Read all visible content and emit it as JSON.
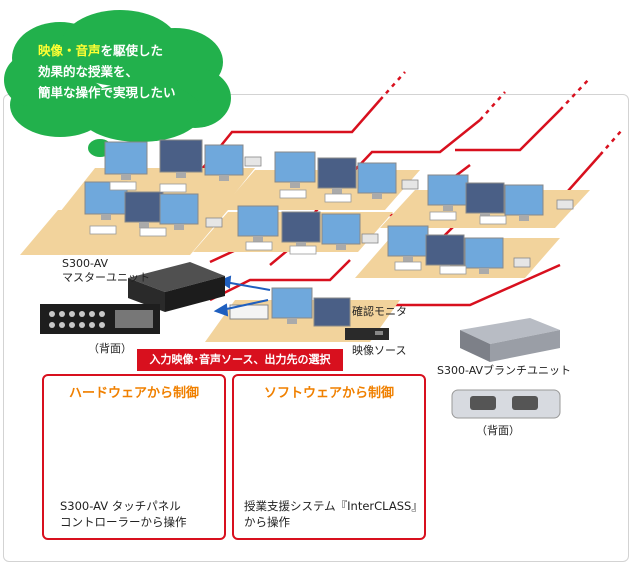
{
  "bubble": {
    "highlight": "映像・音声",
    "line1_rest": "を駆使した",
    "line2": "効果的な授業を、",
    "line3": "簡単な操作で実現したい"
  },
  "labels": {
    "master_unit_1": "S300-AV",
    "master_unit_2": "マスターユニット",
    "back_left": "（背面）",
    "confirm_monitor": "確認モニタ",
    "video_source": "映像ソース",
    "branch_unit": "S300-AVブランチユニット",
    "back_right": "（背面）"
  },
  "select_bar": "入力映像･音声ソース、出力先の選択",
  "hardware": {
    "title": "ハードウェアから制御",
    "caption1": "S300-AV タッチパネル",
    "caption2": "コントローラーから操作"
  },
  "software": {
    "title": "ソフトウェアから制御",
    "caption1": "授業支援システム『InterCLASS』",
    "caption2": "から操作"
  },
  "colors": {
    "accent_red": "#d8101e",
    "bubble_green": "#22b14c",
    "orange": "#f08000",
    "desk": "#f2d39c"
  }
}
